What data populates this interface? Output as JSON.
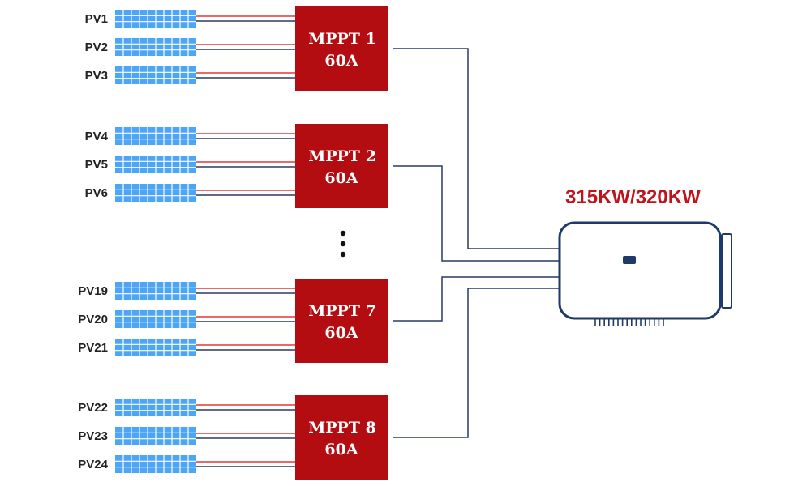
{
  "colors": {
    "mppt_fill": "#b30d11",
    "panel_fill": "#4da6f5",
    "panel_line": "#ffffff",
    "wire_pos": "#e03a3a",
    "wire_neg": "#2b3a67",
    "bus_line": "#2b3a67",
    "inverter_stroke": "#1f3a68",
    "rating_text": "#c0141a"
  },
  "groups": [
    {
      "mppt": {
        "name": "MPPT 1",
        "current": "60A"
      },
      "strings": [
        "PV1",
        "PV2",
        "PV3"
      ]
    },
    {
      "mppt": {
        "name": "MPPT 2",
        "current": "60A"
      },
      "strings": [
        "PV4",
        "PV5",
        "PV6"
      ]
    },
    {
      "mppt": {
        "name": "MPPT 7",
        "current": "60A"
      },
      "strings": [
        "PV19",
        "PV20",
        "PV21"
      ]
    },
    {
      "mppt": {
        "name": "MPPT 8",
        "current": "60A"
      },
      "strings": [
        "PV22",
        "PV23",
        "PV24"
      ]
    }
  ],
  "inverter": {
    "rating": "315KW/320KW"
  },
  "ellipsis_dots": 3
}
